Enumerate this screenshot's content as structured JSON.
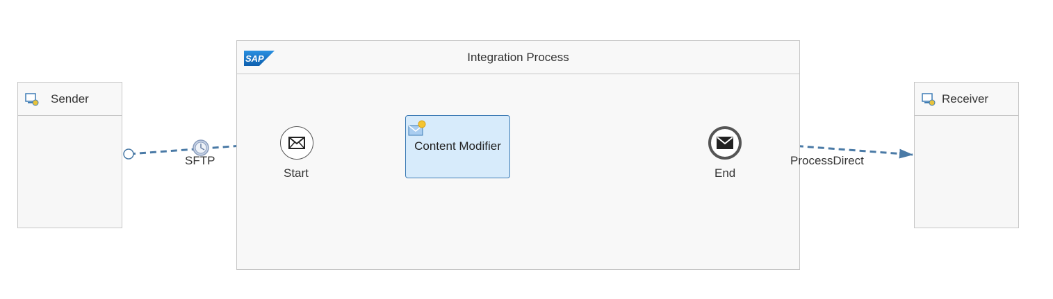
{
  "sender": {
    "label": "Sender",
    "icon": "participant-system-icon"
  },
  "receiver": {
    "label": "Receiver",
    "icon": "participant-system-icon"
  },
  "integration_process": {
    "title": "Integration Process",
    "logo_text": "SAP"
  },
  "start_event": {
    "label": "Start",
    "icon": "envelope-icon"
  },
  "content_modifier": {
    "label": "Content Modifier",
    "icon": "content-modifier-icon"
  },
  "end_event": {
    "label": "End",
    "icon": "envelope-icon"
  },
  "sender_channel": {
    "label": "SFTP",
    "icon": "timer-icon"
  },
  "receiver_channel": {
    "label": "ProcessDirect"
  },
  "colors": {
    "flow": "#3e7cb5",
    "message_flow": "#4a7aa6",
    "task_fill": "#d7ebfb",
    "sap_blue": "#1a6fc2"
  }
}
